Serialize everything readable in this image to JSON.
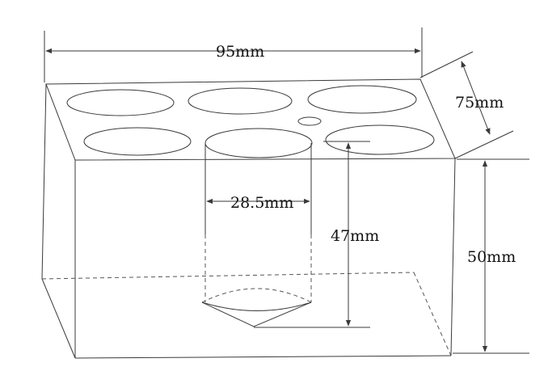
{
  "diagram": {
    "labels": {
      "width": "95mm",
      "depth": "75mm",
      "height": "50mm",
      "hole_diameter": "28.5mm",
      "hole_depth": "47mm"
    },
    "colors": {
      "line": "#3a3a3a",
      "background": "#ffffff",
      "text": "#111111"
    }
  }
}
